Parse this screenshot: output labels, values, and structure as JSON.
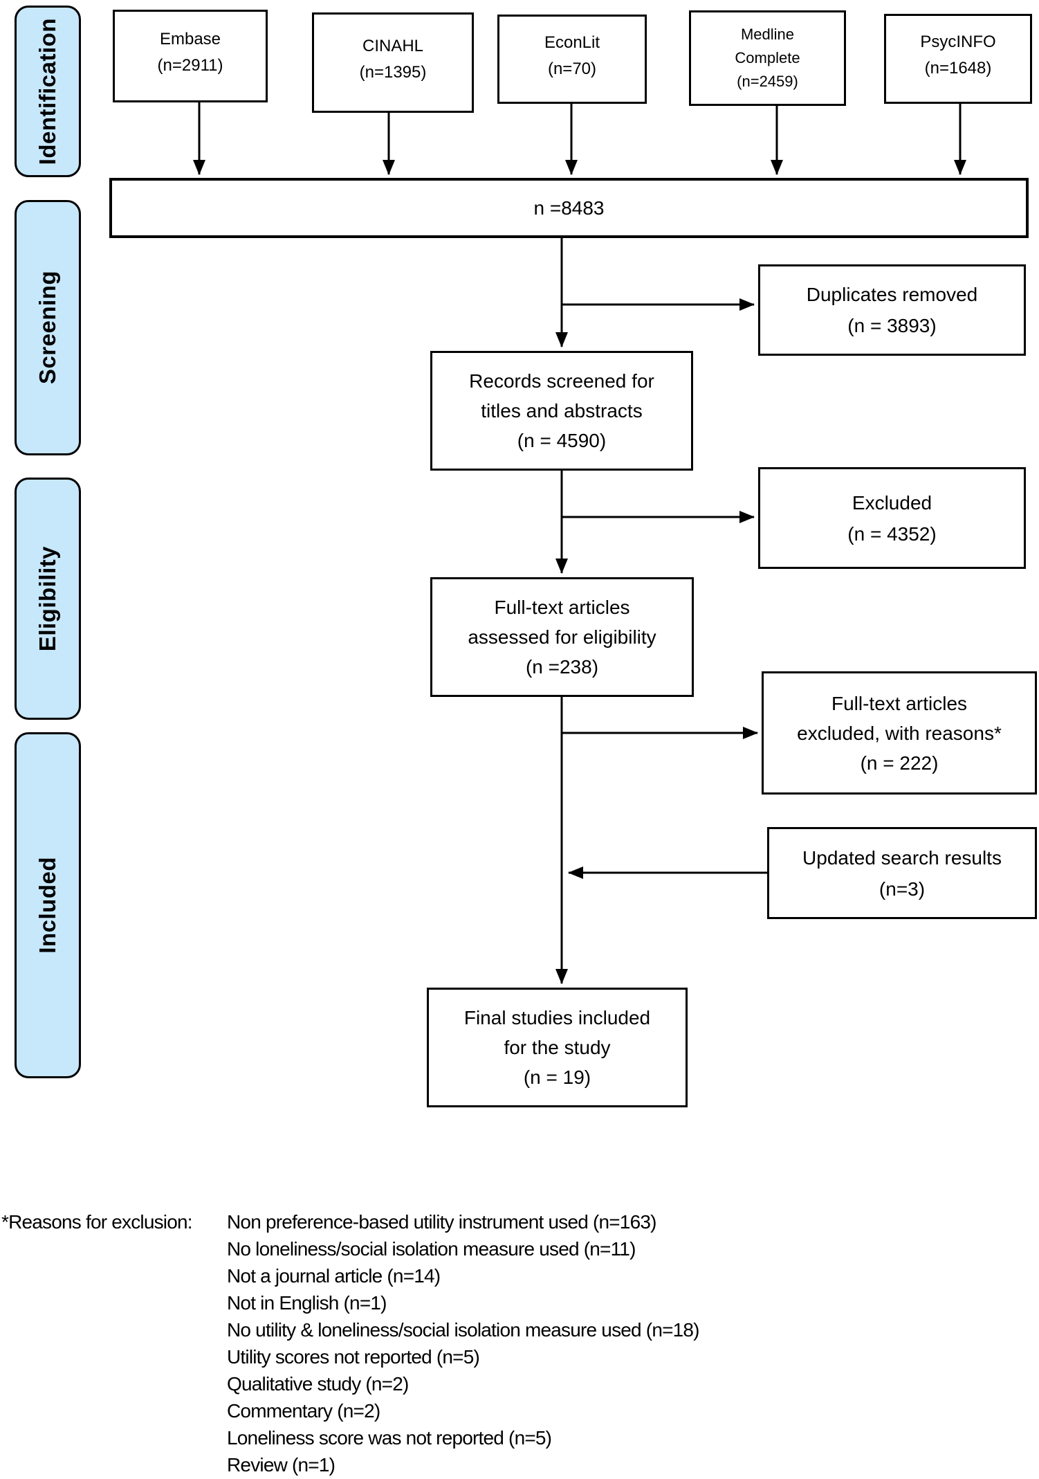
{
  "colors": {
    "stage_fill": "#c7e7fb",
    "line": "#000000",
    "box_bg": "#ffffff"
  },
  "stages": [
    {
      "label": "Identification"
    },
    {
      "label": "Screening"
    },
    {
      "label": "Eligibility"
    },
    {
      "label": "Included"
    }
  ],
  "sources": [
    {
      "lines": [
        "Embase",
        "(n=2911)"
      ]
    },
    {
      "lines": [
        "CINAHL",
        "(n=1395)"
      ]
    },
    {
      "lines": [
        "EconLit",
        "(n=70)"
      ]
    },
    {
      "lines": [
        "Medline",
        "Complete",
        "(n=2459)"
      ]
    },
    {
      "lines": [
        "PsycINFO",
        "(n=1648)"
      ]
    }
  ],
  "flow": {
    "pooled": {
      "label": "n =8483"
    },
    "duplicates_removed": {
      "lines": [
        "Duplicates removed",
        "(n = 3893)"
      ]
    },
    "records_screened": {
      "lines": [
        "Records screened for",
        "titles and abstracts",
        "(n = 4590)"
      ]
    },
    "excluded": {
      "lines": [
        "Excluded",
        "(n = 4352)"
      ]
    },
    "fulltext_assessed": {
      "lines": [
        "Full-text articles",
        "assessed for eligibility",
        "(n =238)"
      ]
    },
    "fulltext_excluded": {
      "lines": [
        "Full-text articles",
        "excluded, with reasons*",
        "(n = 222)"
      ]
    },
    "updated_search": {
      "lines": [
        "Updated search results",
        "(n=3)"
      ]
    },
    "final_included": {
      "lines": [
        "Final studies included",
        "for the study",
        "(n = 19)"
      ]
    }
  },
  "footnote": {
    "label": "*Reasons for exclusion:",
    "reasons": [
      "Non preference-based utility instrument used (n=163)",
      "No loneliness/social isolation measure used (n=11)",
      "Not a journal article (n=14)",
      "Not in English (n=1)",
      "No utility & loneliness/social isolation measure used (n=18)",
      "Utility scores not reported (n=5)",
      "Qualitative study (n=2)",
      "Commentary (n=2)",
      "Loneliness score was not reported (n=5)",
      "Review (n=1)"
    ]
  }
}
